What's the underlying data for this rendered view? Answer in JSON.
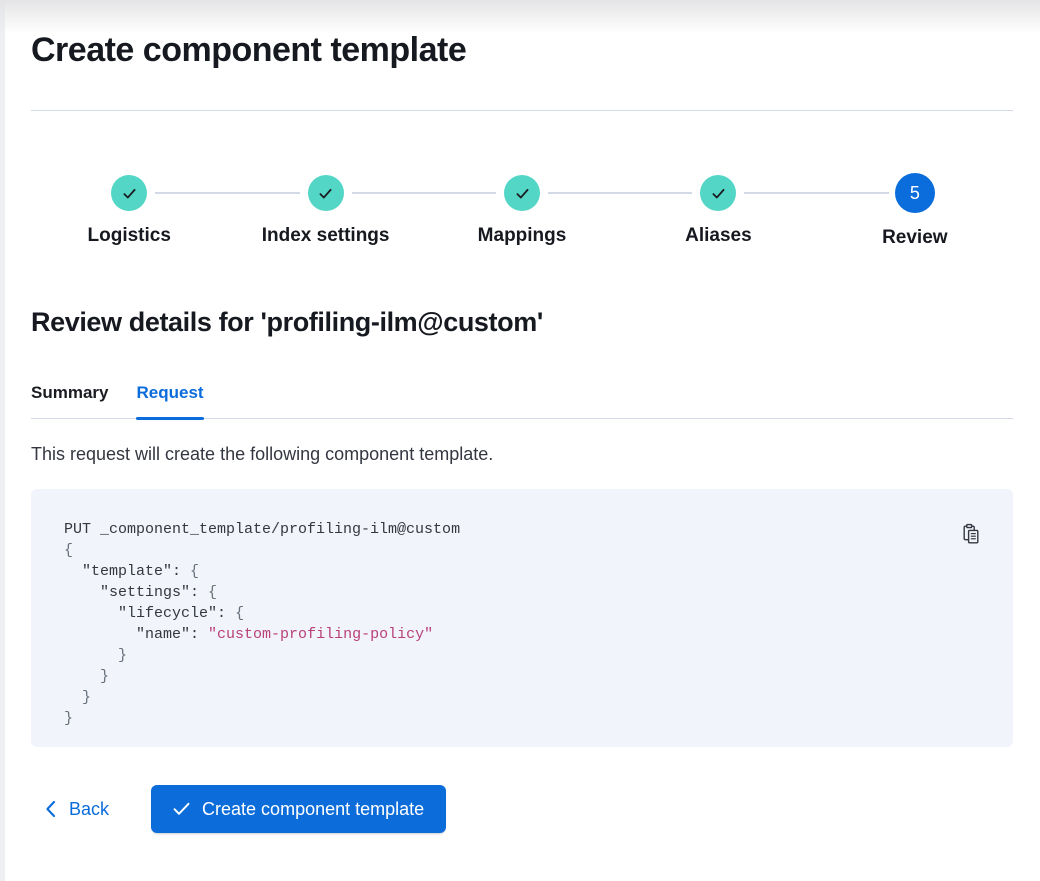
{
  "page": {
    "title": "Create component template"
  },
  "stepper": {
    "steps": [
      {
        "label": "Logistics",
        "status": "complete",
        "icon": "check-icon"
      },
      {
        "label": "Index settings",
        "status": "complete",
        "icon": "check-icon"
      },
      {
        "label": "Mappings",
        "status": "complete",
        "icon": "check-icon"
      },
      {
        "label": "Aliases",
        "status": "complete",
        "icon": "check-icon"
      },
      {
        "label": "Review",
        "status": "current",
        "number": "5"
      }
    ]
  },
  "review": {
    "heading": "Review details for 'profiling-ilm@custom'",
    "tabs": [
      {
        "label": "Summary",
        "selected": false
      },
      {
        "label": "Request",
        "selected": true
      }
    ],
    "description": "This request will create the following component template."
  },
  "code_block": {
    "copy_icon": "copy-clipboard-icon",
    "lines": [
      [
        {
          "t": "PUT _component_template/profiling-ilm@custom",
          "c": "plain"
        }
      ],
      [
        {
          "t": "{",
          "c": "punct"
        }
      ],
      [
        {
          "t": "  ",
          "c": "plain"
        },
        {
          "t": "\"template\"",
          "c": "plain"
        },
        {
          "t": ": ",
          "c": "plain"
        },
        {
          "t": "{",
          "c": "punct"
        }
      ],
      [
        {
          "t": "    ",
          "c": "plain"
        },
        {
          "t": "\"settings\"",
          "c": "plain"
        },
        {
          "t": ": ",
          "c": "plain"
        },
        {
          "t": "{",
          "c": "punct"
        }
      ],
      [
        {
          "t": "      ",
          "c": "plain"
        },
        {
          "t": "\"lifecycle\"",
          "c": "plain"
        },
        {
          "t": ": ",
          "c": "plain"
        },
        {
          "t": "{",
          "c": "punct"
        }
      ],
      [
        {
          "t": "        ",
          "c": "plain"
        },
        {
          "t": "\"name\"",
          "c": "plain"
        },
        {
          "t": ": ",
          "c": "plain"
        },
        {
          "t": "\"custom-profiling-policy\"",
          "c": "string"
        }
      ],
      [
        {
          "t": "      ",
          "c": "plain"
        },
        {
          "t": "}",
          "c": "punct"
        }
      ],
      [
        {
          "t": "    ",
          "c": "plain"
        },
        {
          "t": "}",
          "c": "punct"
        }
      ],
      [
        {
          "t": "  ",
          "c": "plain"
        },
        {
          "t": "}",
          "c": "punct"
        }
      ],
      [
        {
          "t": "}",
          "c": "punct"
        }
      ]
    ]
  },
  "footer": {
    "back_label": "Back",
    "submit_label": "Create component template",
    "back_icon": "chevron-left-icon",
    "submit_icon": "check-icon"
  },
  "colors": {
    "step_complete_teal": "#53d6c5",
    "step_current_blue": "#0b6cdb",
    "primary_blue": "#0c6dda",
    "tab_selected_blue": "#0b6cdb",
    "code_background": "#f1f4fa",
    "code_text": "#343741",
    "code_punct": "#69707d",
    "code_string_pink": "#b9407a",
    "divider": "#d3dae6",
    "heading_text": "#16191f"
  }
}
